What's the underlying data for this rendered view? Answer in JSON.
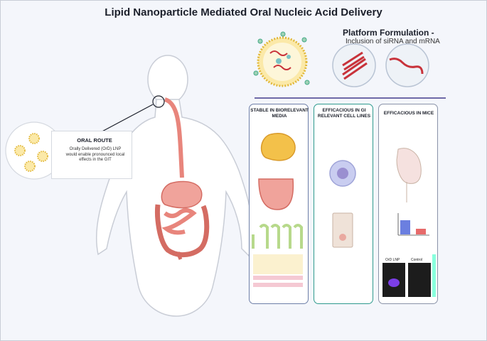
{
  "title": "Lipid Nanoparticle Mediated Oral Nucleic Acid Delivery",
  "platform": {
    "heading": "Platform Formulation -",
    "subheading": "Inclusion of siRNA and mRNA"
  },
  "oral_route": {
    "heading": "ORAL ROUTE",
    "text": "Orally Delivered (OrD) LNP would enable pronounced local effects in the GIT"
  },
  "panels": [
    {
      "heading": "STABLE IN BIORELEVANT MEDIA"
    },
    {
      "heading": "EFFICACIOUS IN GI RELEVANT CELL LINES"
    },
    {
      "heading": "EFFICACIOUS IN MICE"
    }
  ],
  "mice_labels": {
    "ord_lnp": "OrD LNP",
    "control": "Control"
  },
  "colors": {
    "panel1_border": "#6e7fa8",
    "panel2_border": "#2e9a8e",
    "panel3_border": "#8a93a8",
    "rna_red": "#c8323a",
    "gi_pink": "#e8857c"
  }
}
